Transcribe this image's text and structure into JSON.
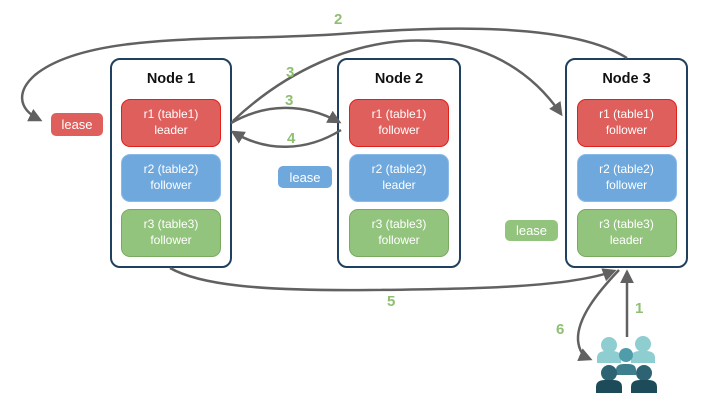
{
  "nodes": [
    {
      "title": "Node 1",
      "replicas": [
        {
          "name": "r1 (table1)",
          "role": "leader",
          "color": "red"
        },
        {
          "name": "r2 (table2)",
          "role": "follower",
          "color": "blue"
        },
        {
          "name": "r3 (table3)",
          "role": "follower",
          "color": "green"
        }
      ]
    },
    {
      "title": "Node 2",
      "replicas": [
        {
          "name": "r1 (table1)",
          "role": "follower",
          "color": "red"
        },
        {
          "name": "r2 (table2)",
          "role": "leader",
          "color": "blue"
        },
        {
          "name": "r3 (table3)",
          "role": "follower",
          "color": "green"
        }
      ]
    },
    {
      "title": "Node 3",
      "replicas": [
        {
          "name": "r1 (table1)",
          "role": "follower",
          "color": "red"
        },
        {
          "name": "r2 (table2)",
          "role": "follower",
          "color": "blue"
        },
        {
          "name": "r3 (table3)",
          "role": "leader",
          "color": "green"
        }
      ]
    }
  ],
  "leases": [
    {
      "text": "lease",
      "color": "red"
    },
    {
      "text": "lease",
      "color": "blue"
    },
    {
      "text": "lease",
      "color": "green"
    }
  ],
  "arrows": [
    {
      "label": "2",
      "from": "node3-top",
      "to": "lease-red"
    },
    {
      "label": "3",
      "from": "node1-r1-leader",
      "to": "node3-r1-follower"
    },
    {
      "label": "3",
      "from": "node1-r1-leader",
      "to": "node2-r1-follower"
    },
    {
      "label": "4",
      "from": "node2-r1-follower",
      "to": "node1-r1-leader"
    },
    {
      "label": "5",
      "from": "node1-bottom",
      "to": "node3-r3-leader"
    },
    {
      "label": "1",
      "from": "users",
      "to": "node3-r3-leader"
    },
    {
      "label": "6",
      "from": "node3-r3-leader",
      "to": "users"
    }
  ],
  "icons": {
    "users_group": "users-icon"
  },
  "colors": {
    "red_fill": "#de5f5c",
    "red_border": "#df201b",
    "blue_fill": "#6fa8dc",
    "blue_border": "#8abae7",
    "green_fill": "#93c47d",
    "green_border": "#79aa5f",
    "node_border": "#20405f",
    "arrow_gray": "#616161",
    "step_label_green": "#8fbf72",
    "users_light": "#8ecdd0",
    "users_mid_head": "#4f9dab",
    "users_mid_body": "#3d7f8d",
    "users_front_head": "#2d6373",
    "users_front_body": "#1d4b5a"
  }
}
